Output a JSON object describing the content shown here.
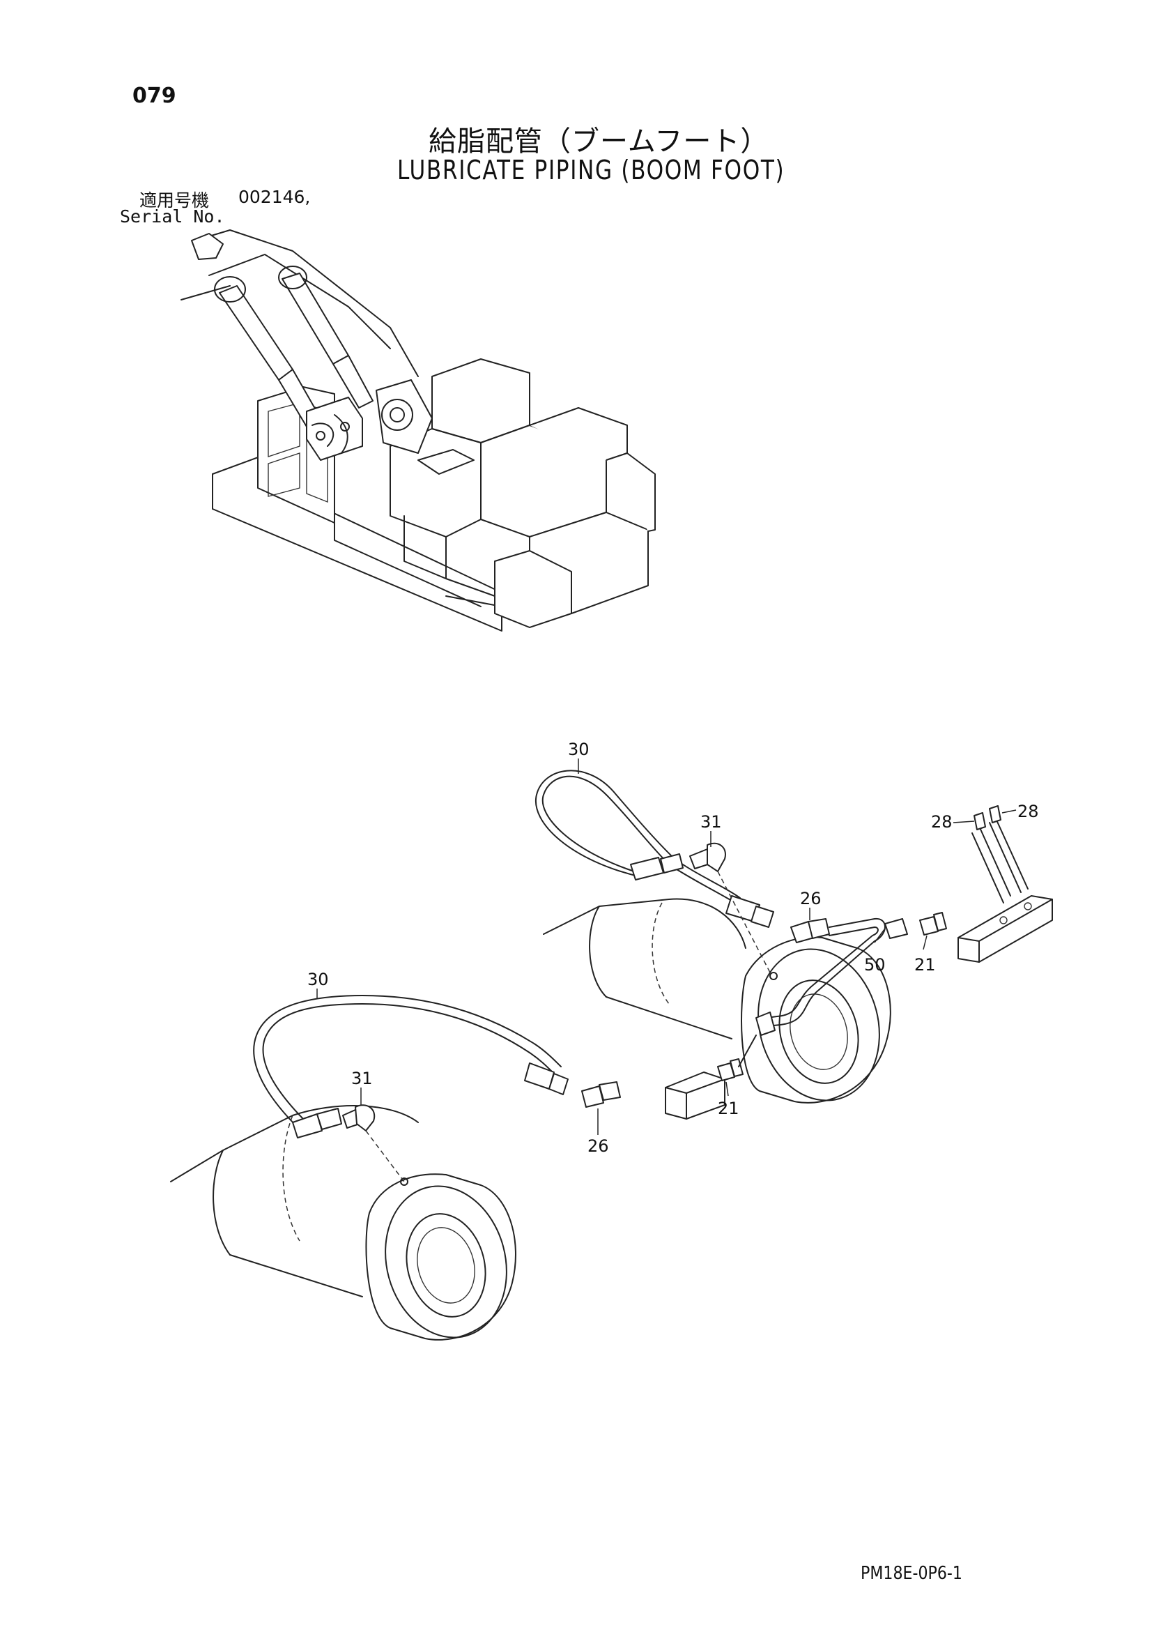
{
  "page_number": "079",
  "title_jp": "給脂配管（ブームフート）",
  "title_en": "LUBRICATE PIPING (BOOM FOOT)",
  "serial": {
    "label_jp": "適用号機",
    "label_en": "Serial No.",
    "value": "002146,"
  },
  "callouts": {
    "hose_upper": "30",
    "hose_lower": "30",
    "elbow_upper": "31",
    "elbow_lower": "31",
    "adapter_upper": "26",
    "adapter_lower": "26",
    "fitting_right": "21",
    "fitting_lower": "21",
    "pipe": "50",
    "nipple_left": "28",
    "nipple_right": "28"
  },
  "doc_code": "PM18E-0P6-1"
}
